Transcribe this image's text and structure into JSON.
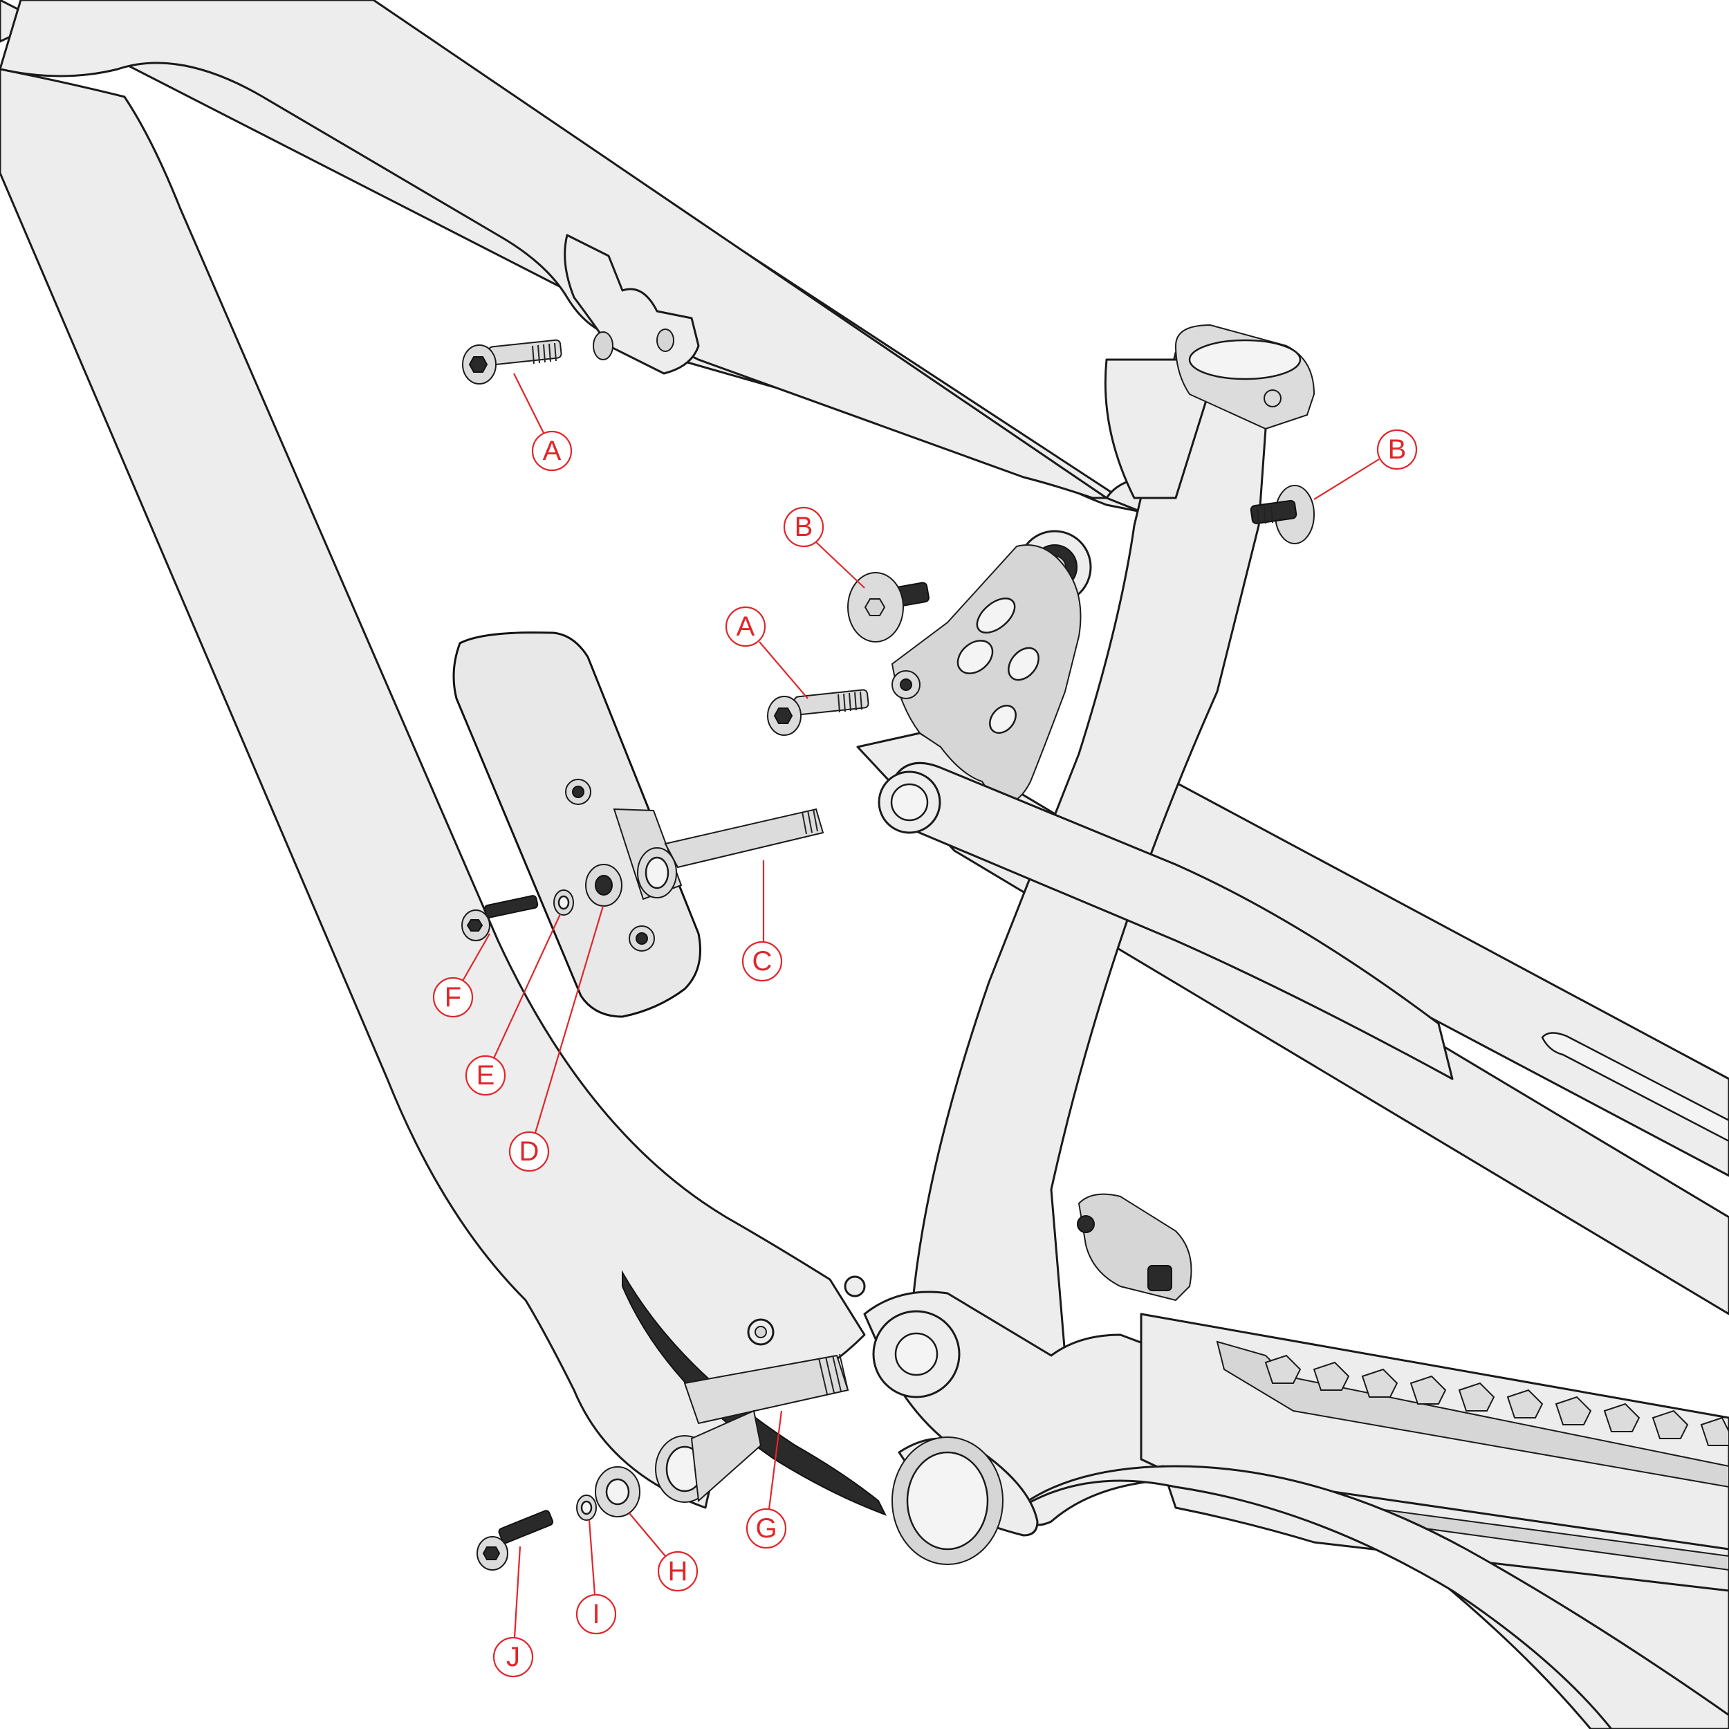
{
  "diagram": {
    "colors": {
      "callout": "#e0262a",
      "frame": "#ededed",
      "outline": "#1a1a1a"
    },
    "callouts": [
      {
        "id": "a1",
        "label": "A"
      },
      {
        "id": "b1",
        "label": "B"
      },
      {
        "id": "b2",
        "label": "B"
      },
      {
        "id": "a2",
        "label": "A"
      },
      {
        "id": "c",
        "label": "C"
      },
      {
        "id": "f",
        "label": "F"
      },
      {
        "id": "e",
        "label": "E"
      },
      {
        "id": "d",
        "label": "D"
      },
      {
        "id": "g",
        "label": "G"
      },
      {
        "id": "h",
        "label": "H"
      },
      {
        "id": "i",
        "label": "I"
      },
      {
        "id": "j",
        "label": "J"
      }
    ]
  }
}
